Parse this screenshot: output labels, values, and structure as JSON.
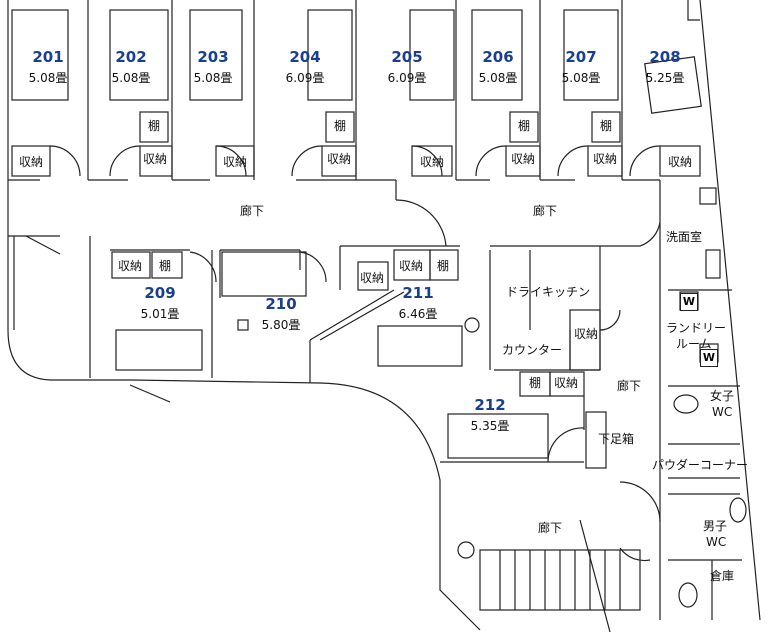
{
  "rooms": [
    {
      "number": "201",
      "area": "5.08畳"
    },
    {
      "number": "202",
      "area": "5.08畳"
    },
    {
      "number": "203",
      "area": "5.08畳"
    },
    {
      "number": "204",
      "area": "6.09畳"
    },
    {
      "number": "205",
      "area": "6.09畳"
    },
    {
      "number": "206",
      "area": "5.08畳"
    },
    {
      "number": "207",
      "area": "5.08畳"
    },
    {
      "number": "208",
      "area": "5.25畳"
    },
    {
      "number": "209",
      "area": "5.01畳"
    },
    {
      "number": "210",
      "area": "5.80畳"
    },
    {
      "number": "211",
      "area": "6.46畳"
    },
    {
      "number": "212",
      "area": "5.35畳"
    }
  ],
  "storage_label": "収納",
  "shelf_label": "棚",
  "corridor_label": "廊下",
  "dry_kitchen": "ドライキッチン",
  "counter": "カウンター",
  "washroom": "洗面室",
  "laundry_line1": "ランドリー",
  "laundry_line2": "ルーム",
  "washer_symbol": "W",
  "women_wc_line1": "女子",
  "women_wc_line2": "WC",
  "men_wc_line1": "男子",
  "men_wc_line2": "WC",
  "shoe_box": "下足箱",
  "powder_corner": "パウダーコーナー",
  "storeroom": "倉庫"
}
